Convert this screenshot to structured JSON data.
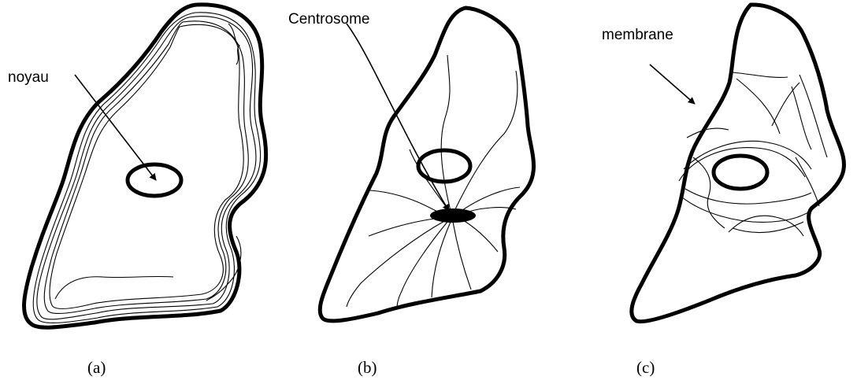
{
  "panels": [
    {
      "id": "a",
      "label": "noyau",
      "caption": "(a)"
    },
    {
      "id": "b",
      "label": "Centrosome",
      "caption": "(b)"
    },
    {
      "id": "c",
      "label": "membrane",
      "caption": "(c)"
    }
  ]
}
